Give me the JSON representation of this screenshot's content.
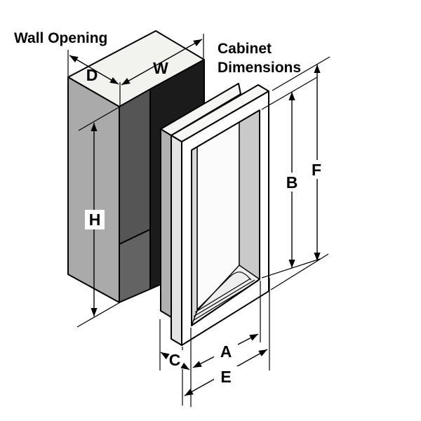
{
  "titles": {
    "wall_opening": "Wall Opening",
    "cabinet_line1": "Cabinet",
    "cabinet_line2": "Dimensions"
  },
  "dimension_labels": {
    "wall_depth": "D",
    "wall_width": "W",
    "wall_height": "H",
    "cabinet_opening_width": "A",
    "cabinet_opening_height": "B",
    "cabinet_body_depth": "C",
    "cabinet_overall_width": "E",
    "cabinet_overall_height": "F"
  },
  "colors": {
    "background": "#ffffff",
    "line": "#000000",
    "wall_top_face": "#f2f2ef",
    "wall_left_face": "#aaaaaa",
    "wall_inner_upper_face": "#555555",
    "wall_inner_lower_face": "#636363",
    "wall_shadow_face": "#1b1b1b",
    "cabinet_body_side": "#b0b0b0",
    "cabinet_body_top": "#f5f5f3",
    "cabinet_frame_top": "#f7f7f5",
    "cabinet_frame_side": "#e3e3e3",
    "cabinet_frame_front": "#ffffff",
    "cabinet_inner_right_wall": "#c9c9c9",
    "cabinet_inner_left_return": "#d8d8d8",
    "cabinet_back_panel": "#fbfbfb",
    "cabinet_sill": "#eeeeee"
  }
}
